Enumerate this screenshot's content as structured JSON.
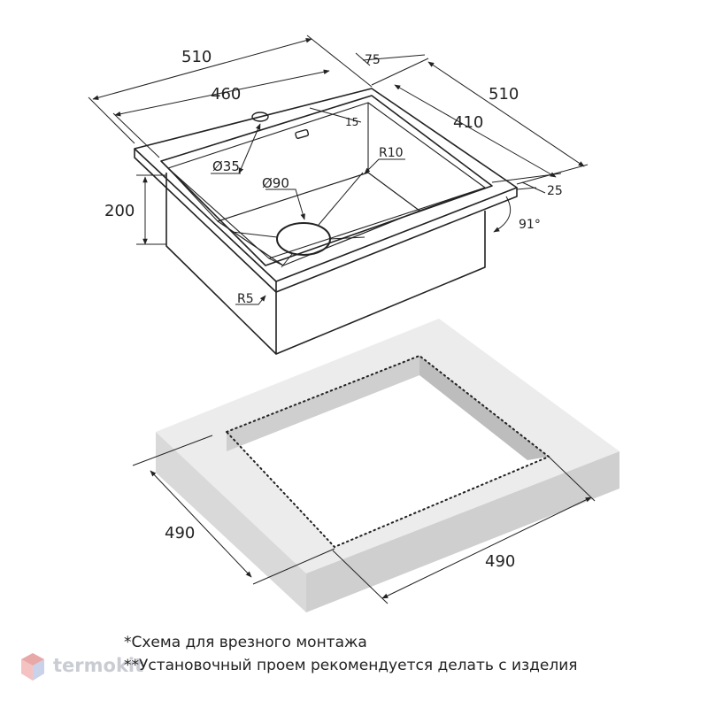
{
  "dimensions": {
    "overall_width": "510",
    "inner_width": "460",
    "rim": "75",
    "overall_depth": "510",
    "inner_depth": "410",
    "offset_15": "15",
    "offset_25": "25",
    "bowl_depth": "200",
    "faucet_hole": "Ø35",
    "drain_hole": "Ø90",
    "corner_radius": "R10",
    "bottom_radius": "R5",
    "angle": "91°",
    "cutout_depth": "490",
    "cutout_width": "490"
  },
  "notes": {
    "note_1": "*Схема для врезного монтажа",
    "note_2": "**Установочный проем рекомендуется делать с изделия"
  },
  "watermark": {
    "text": "termokit",
    "icon": "cube-logo-icon"
  },
  "colors": {
    "line": "#222222",
    "countertop_top": "#ececec",
    "countertop_side": "#d3d3d3",
    "watermark": "#c9ccd3"
  }
}
